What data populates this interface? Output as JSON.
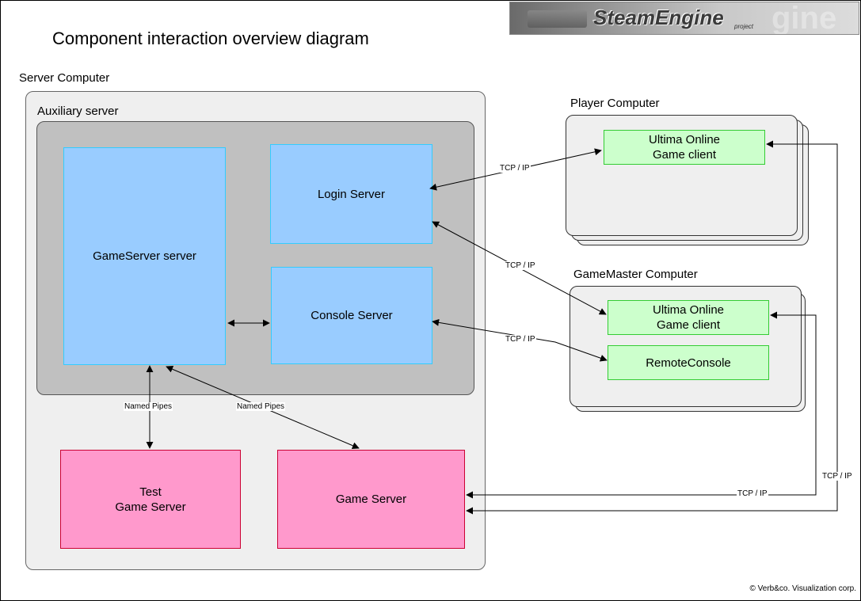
{
  "title": "Component interaction overview diagram",
  "logo": {
    "main": "SteamEngine",
    "sub": "project",
    "ghost": "gine"
  },
  "groups": {
    "server_computer": "Server Computer",
    "auxiliary_server": "Auxiliary server",
    "player_computer": "Player Computer",
    "gamemaster_computer": "GameMaster Computer"
  },
  "boxes": {
    "gameserver_server": "GameServer server",
    "login_server": "Login Server",
    "console_server": "Console Server",
    "test_game_server": "Test\nGame Server",
    "game_server": "Game Server",
    "player_client": "Ultima Online\nGame client",
    "gm_client": "Ultima Online\nGame client",
    "remote_console": "RemoteConsole"
  },
  "connection_labels": {
    "player_login": "TCP / IP",
    "gm_login": "TCP / IP",
    "gm_console": "TCP / IP",
    "pipes_test": "Named Pipes",
    "pipes_game": "Named Pipes",
    "gm_gameserver": "TCP / IP",
    "player_gameserver": "TCP / IP"
  },
  "footer": "© Verb&co. Visualization corp."
}
